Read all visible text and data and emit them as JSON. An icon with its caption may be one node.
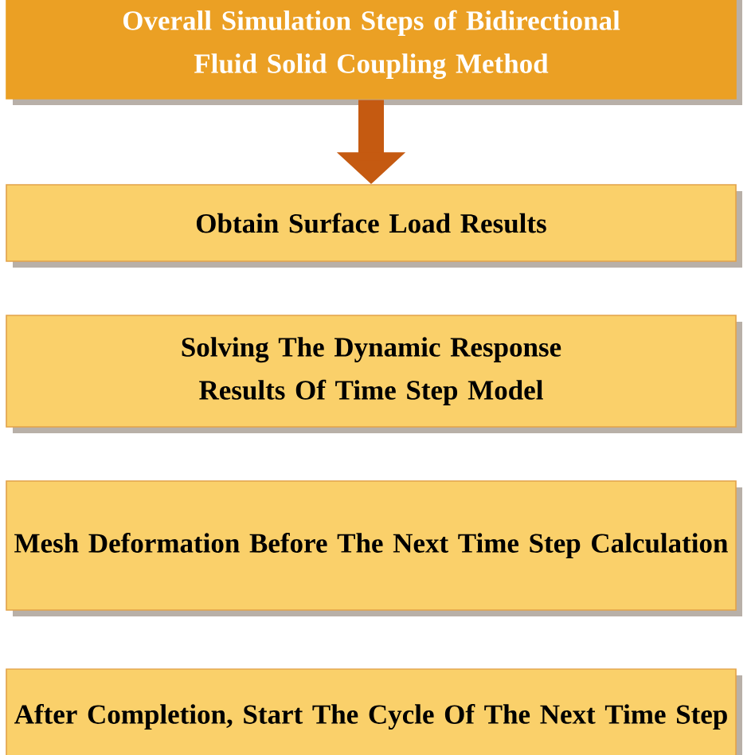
{
  "diagram": {
    "nodes": [
      {
        "text": [
          "Overall Simulation Steps of Bidirectional Fluid Solid Coupling Method"
        ]
      },
      {
        "text": [
          "Obtain Surface Load Results"
        ]
      },
      {
        "text": [
          "Solving The Dynamic Response Results Of Time Step Model"
        ]
      },
      {
        "text": [
          "Mesh Deformation Before The Next Time Step Calculation"
        ]
      },
      {
        "text": [
          "After Completion, Start The Cycle Of The Next Time Step"
        ]
      }
    ],
    "edges": [
      {
        "from": 0,
        "to": 1,
        "arrow": "to"
      }
    ]
  }
}
